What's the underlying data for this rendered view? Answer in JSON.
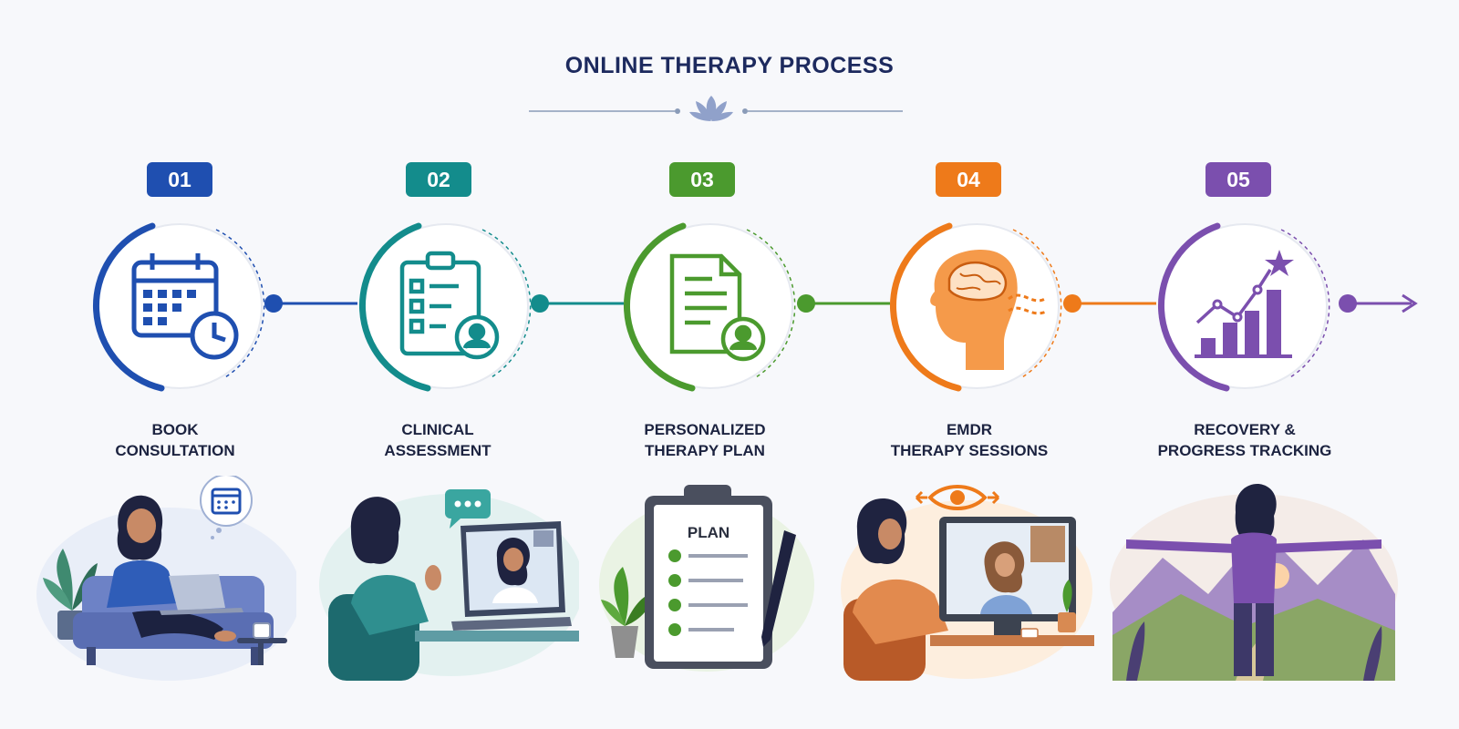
{
  "title": "ONLINE THERAPY PROCESS",
  "steps": [
    {
      "number": "01",
      "line1": "BOOK",
      "line2": "CONSULTATION",
      "color": "#1f4fb0",
      "icon": "calendar-clock-icon",
      "scene": "woman-on-sofa-laptop"
    },
    {
      "number": "02",
      "line1": "CLINICAL",
      "line2": "ASSESSMENT",
      "color": "#138c8c",
      "icon": "clipboard-checklist-icon",
      "scene": "video-call-with-therapist"
    },
    {
      "number": "03",
      "line1": "PERSONALIZED",
      "line2": "THERAPY PLAN",
      "color": "#4b9a2e",
      "icon": "document-user-icon",
      "scene": "plan-clipboard",
      "scene_text": "PLAN"
    },
    {
      "number": "04",
      "line1": "EMDR",
      "line2": "THERAPY SESSIONS",
      "color": "#ee7a1a",
      "icon": "brain-head-icon",
      "scene": "emdr-video-session"
    },
    {
      "number": "05",
      "line1": "RECOVERY &",
      "line2": "PROGRESS TRACKING",
      "color": "#7b4fae",
      "icon": "growth-chart-star-icon",
      "scene": "woman-arms-open-landscape"
    }
  ]
}
